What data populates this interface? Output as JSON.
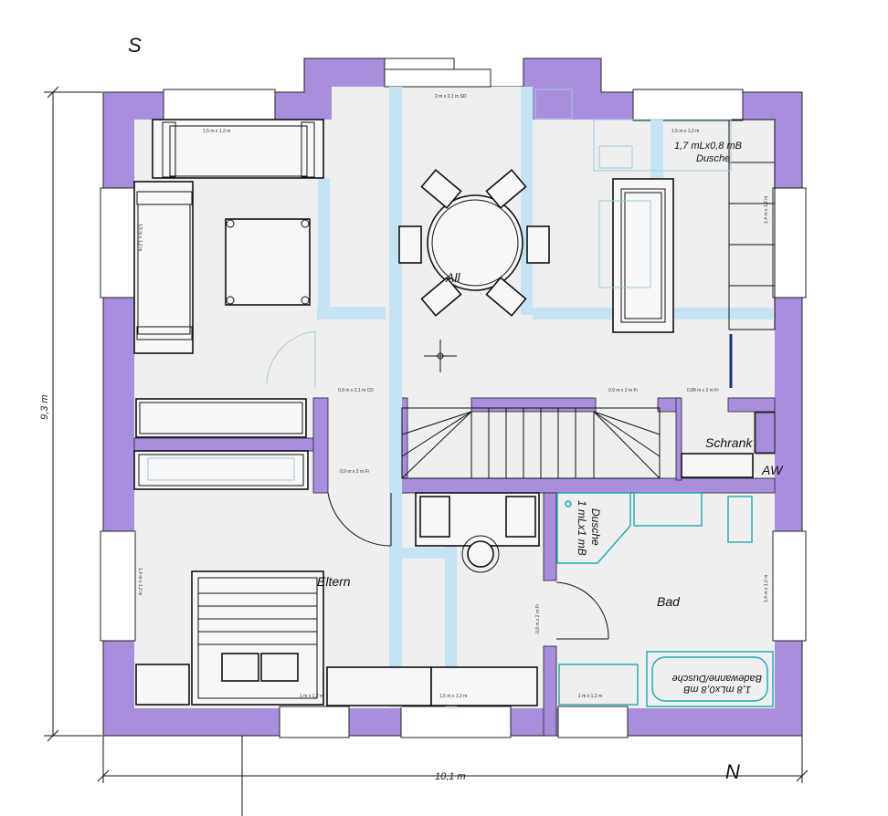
{
  "compass": {
    "south": "S",
    "north": "N"
  },
  "dimensions": {
    "height": "9,3 m",
    "width": "10,1 m"
  },
  "rooms": [
    {
      "id": "all",
      "label": "All"
    },
    {
      "id": "eltern",
      "label": "Eltern"
    },
    {
      "id": "bad",
      "label": "Bad"
    },
    {
      "id": "schrank",
      "label": "Schrank"
    },
    {
      "id": "aw",
      "label": "AW"
    }
  ],
  "fixtures": {
    "dusche_title": "Dusche",
    "dusche_size": "1 mLx1 mB",
    "badewanne_title": "Badewanne/Dusche",
    "badewanne_size": "1,8 mLx0,8 mB",
    "ghost_size": "1,7 mLx0,8 mB",
    "ghost_title": "Dusche"
  },
  "openings": {
    "top_center": "2 m x 2,1 m SD",
    "top_right": "1,5 m x 1,2 m",
    "top_left": "1,5 m x 1,2 m",
    "left_upper": "1,5 m x 1,2 m",
    "left_lower": "1,4 m x 1,2 m",
    "right_upper": "1,4 m x 1,2 m",
    "right_lower": "1,4 m x 1,2 m",
    "door_left": "0,9 m x 2,1 m CD",
    "door_mid": "0,9 m x 2 m Fr",
    "door_right": "0,88 m x 2 m Fr",
    "door_lower": "0,9 m x 2 m Fr",
    "door_bath": "0,9 m x 2 m Fr",
    "bottom_left": "1 m x 1,2 m",
    "bottom_mid": "1,5 m x 1,2 m",
    "bottom_right": "1 m x 1,2 m"
  },
  "colors": {
    "wall": "#a98ede",
    "floor": "#efefef",
    "beam": "#c6e3f4",
    "cyan": "#1aa8b0"
  }
}
